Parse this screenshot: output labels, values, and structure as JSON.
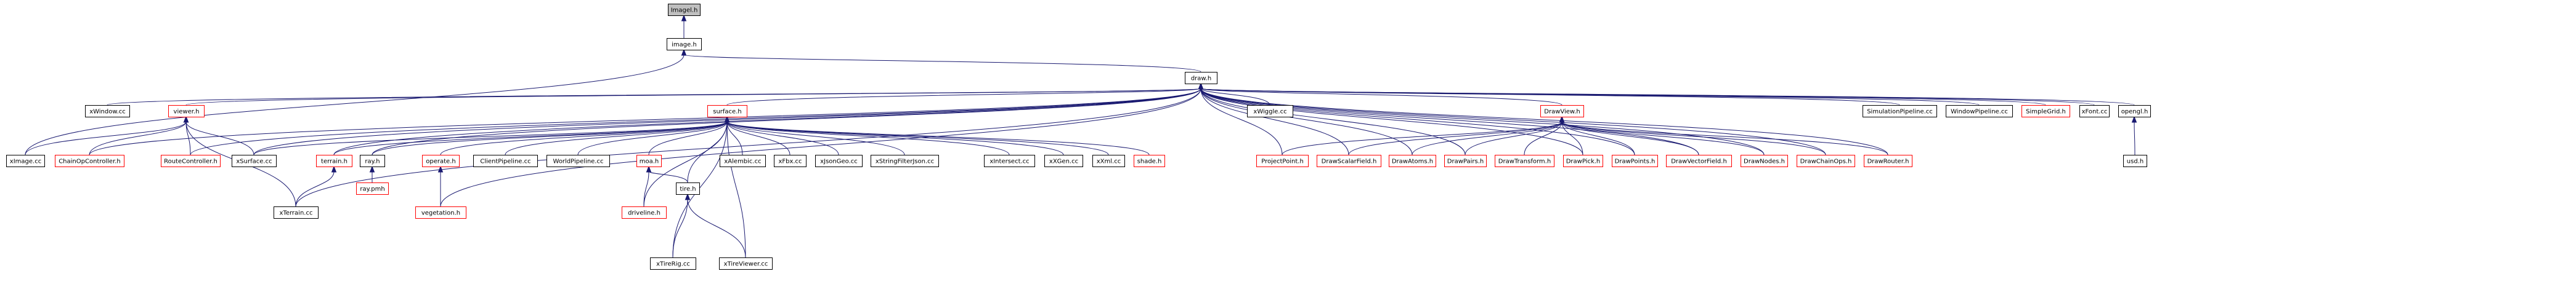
{
  "graph": {
    "colors": {
      "edge": "#191970",
      "node_border": "#000000",
      "external_border": "#ff0000",
      "root_fill": "#bfbfbf",
      "background": "#ffffff"
    },
    "nodes": [
      {
        "id": "imagel_h",
        "label": "Imagel.h",
        "type": "root"
      },
      {
        "id": "image_h",
        "label": "image.h",
        "type": "normal"
      },
      {
        "id": "draw_h",
        "label": "draw.h",
        "type": "normal"
      },
      {
        "id": "ximage_cc",
        "label": "xImage.cc",
        "type": "normal"
      },
      {
        "id": "xwindow_cc",
        "label": "xWindow.cc",
        "type": "normal"
      },
      {
        "id": "viewer_h",
        "label": "viewer.h",
        "type": "external"
      },
      {
        "id": "chainop_h",
        "label": "ChainOpController.h",
        "type": "external"
      },
      {
        "id": "routectrl_h",
        "label": "RouteController.h",
        "type": "external"
      },
      {
        "id": "xsurface_cc",
        "label": "xSurface.cc",
        "type": "normal"
      },
      {
        "id": "terrain_h",
        "label": "terrain.h",
        "type": "external"
      },
      {
        "id": "xterrain_cc",
        "label": "xTerrain.cc",
        "type": "normal"
      },
      {
        "id": "ray_h",
        "label": "ray.h",
        "type": "normal"
      },
      {
        "id": "ray_pmh",
        "label": "ray.pmh",
        "type": "external"
      },
      {
        "id": "surface_h",
        "label": "surface.h",
        "type": "external"
      },
      {
        "id": "operate_h",
        "label": "operate.h",
        "type": "external"
      },
      {
        "id": "vegetation_h",
        "label": "vegetation.h",
        "type": "external"
      },
      {
        "id": "clientpipe_cc",
        "label": "ClientPipeline.cc",
        "type": "normal"
      },
      {
        "id": "worldpipe_cc",
        "label": "WorldPipeline.cc",
        "type": "normal"
      },
      {
        "id": "moa_h",
        "label": "moa.h",
        "type": "external"
      },
      {
        "id": "driveline_h",
        "label": "driveline.h",
        "type": "external"
      },
      {
        "id": "tire_h",
        "label": "tire.h",
        "type": "normal"
      },
      {
        "id": "xtirerig_cc",
        "label": "xTireRig.cc",
        "type": "normal"
      },
      {
        "id": "xtireviewer_cc",
        "label": "xTireViewer.cc",
        "type": "normal"
      },
      {
        "id": "xalembic_cc",
        "label": "xAlembic.cc",
        "type": "normal"
      },
      {
        "id": "xfbx_cc",
        "label": "xFbx.cc",
        "type": "normal"
      },
      {
        "id": "xjsongeo_cc",
        "label": "xJsonGeo.cc",
        "type": "normal"
      },
      {
        "id": "xstrfilter_cc",
        "label": "xStringFilterJson.cc",
        "type": "normal"
      },
      {
        "id": "xintersect_cc",
        "label": "xIntersect.cc",
        "type": "normal"
      },
      {
        "id": "xxgen_cc",
        "label": "xXGen.cc",
        "type": "normal"
      },
      {
        "id": "xxml_cc",
        "label": "xXml.cc",
        "type": "normal"
      },
      {
        "id": "shade_h",
        "label": "shade.h",
        "type": "external"
      },
      {
        "id": "xwiggle_cc",
        "label": "xWiggle.cc",
        "type": "normal"
      },
      {
        "id": "drawview_h",
        "label": "DrawView.h",
        "type": "external"
      },
      {
        "id": "projpoint_h",
        "label": "ProjectPoint.h",
        "type": "external"
      },
      {
        "id": "drawscalar_h",
        "label": "DrawScalarField.h",
        "type": "external"
      },
      {
        "id": "drawatoms_h",
        "label": "DrawAtoms.h",
        "type": "external"
      },
      {
        "id": "drawpairs_h",
        "label": "DrawPairs.h",
        "type": "external"
      },
      {
        "id": "drawxform_h",
        "label": "DrawTransform.h",
        "type": "external"
      },
      {
        "id": "drawpick_h",
        "label": "DrawPick.h",
        "type": "external"
      },
      {
        "id": "drawpoints_h",
        "label": "DrawPoints.h",
        "type": "external"
      },
      {
        "id": "drawvector_h",
        "label": "DrawVectorField.h",
        "type": "external"
      },
      {
        "id": "drawnodes_h",
        "label": "DrawNodes.h",
        "type": "external"
      },
      {
        "id": "drawchain_h",
        "label": "DrawChainOps.h",
        "type": "external"
      },
      {
        "id": "drawrouter_h",
        "label": "DrawRouter.h",
        "type": "external"
      },
      {
        "id": "simpipe_cc",
        "label": "SimulationPipeline.cc",
        "type": "normal"
      },
      {
        "id": "winpipe_cc",
        "label": "WindowPipeline.cc",
        "type": "normal"
      },
      {
        "id": "simplegrid_h",
        "label": "SimpleGrid.h",
        "type": "external"
      },
      {
        "id": "xfont_cc",
        "label": "xFont.cc",
        "type": "normal"
      },
      {
        "id": "opengl_h",
        "label": "opengl.h",
        "type": "normal"
      },
      {
        "id": "usd_h",
        "label": "usd.h",
        "type": "normal"
      }
    ],
    "edges": [
      [
        "image_h",
        "imagel_h"
      ],
      [
        "draw_h",
        "image_h"
      ],
      [
        "ximage_cc",
        "image_h"
      ],
      [
        "xwindow_cc",
        "draw_h"
      ],
      [
        "viewer_h",
        "draw_h"
      ],
      [
        "chainop_h",
        "draw_h"
      ],
      [
        "routectrl_h",
        "draw_h"
      ],
      [
        "xsurface_cc",
        "draw_h"
      ],
      [
        "terrain_h",
        "draw_h"
      ],
      [
        "xterrain_cc",
        "draw_h"
      ],
      [
        "ray_h",
        "draw_h"
      ],
      [
        "surface_h",
        "draw_h"
      ],
      [
        "vegetation_h",
        "draw_h"
      ],
      [
        "xwiggle_cc",
        "draw_h"
      ],
      [
        "drawview_h",
        "draw_h"
      ],
      [
        "projpoint_h",
        "draw_h"
      ],
      [
        "drawscalar_h",
        "draw_h"
      ],
      [
        "drawatoms_h",
        "draw_h"
      ],
      [
        "drawpairs_h",
        "draw_h"
      ],
      [
        "drawpick_h",
        "draw_h"
      ],
      [
        "drawpoints_h",
        "draw_h"
      ],
      [
        "drawvector_h",
        "draw_h"
      ],
      [
        "drawnodes_h",
        "draw_h"
      ],
      [
        "drawchain_h",
        "draw_h"
      ],
      [
        "drawrouter_h",
        "draw_h"
      ],
      [
        "simpipe_cc",
        "draw_h"
      ],
      [
        "winpipe_cc",
        "draw_h"
      ],
      [
        "simplegrid_h",
        "draw_h"
      ],
      [
        "xfont_cc",
        "draw_h"
      ],
      [
        "opengl_h",
        "draw_h"
      ],
      [
        "ximage_cc",
        "viewer_h"
      ],
      [
        "chainop_h",
        "viewer_h"
      ],
      [
        "routectrl_h",
        "viewer_h"
      ],
      [
        "xsurface_cc",
        "viewer_h"
      ],
      [
        "xterrain_cc",
        "viewer_h"
      ],
      [
        "xterrain_cc",
        "terrain_h"
      ],
      [
        "ray_pmh",
        "ray_h"
      ],
      [
        "xsurface_cc",
        "surface_h"
      ],
      [
        "terrain_h",
        "surface_h"
      ],
      [
        "ray_h",
        "surface_h"
      ],
      [
        "operate_h",
        "surface_h"
      ],
      [
        "clientpipe_cc",
        "surface_h"
      ],
      [
        "worldpipe_cc",
        "surface_h"
      ],
      [
        "moa_h",
        "surface_h"
      ],
      [
        "driveline_h",
        "surface_h"
      ],
      [
        "tire_h",
        "surface_h"
      ],
      [
        "xtirerig_cc",
        "surface_h"
      ],
      [
        "xtireviewer_cc",
        "surface_h"
      ],
      [
        "xalembic_cc",
        "surface_h"
      ],
      [
        "xfbx_cc",
        "surface_h"
      ],
      [
        "xjsongeo_cc",
        "surface_h"
      ],
      [
        "xstrfilter_cc",
        "surface_h"
      ],
      [
        "xintersect_cc",
        "surface_h"
      ],
      [
        "xxgen_cc",
        "surface_h"
      ],
      [
        "xxml_cc",
        "surface_h"
      ],
      [
        "shade_h",
        "surface_h"
      ],
      [
        "vegetation_h",
        "operate_h"
      ],
      [
        "driveline_h",
        "moa_h"
      ],
      [
        "tire_h",
        "moa_h"
      ],
      [
        "xtirerig_cc",
        "tire_h"
      ],
      [
        "xtireviewer_cc",
        "tire_h"
      ],
      [
        "projpoint_h",
        "drawview_h"
      ],
      [
        "drawscalar_h",
        "drawview_h"
      ],
      [
        "drawatoms_h",
        "drawview_h"
      ],
      [
        "drawpairs_h",
        "drawview_h"
      ],
      [
        "drawxform_h",
        "drawview_h"
      ],
      [
        "drawpick_h",
        "drawview_h"
      ],
      [
        "drawpoints_h",
        "drawview_h"
      ],
      [
        "drawvector_h",
        "drawview_h"
      ],
      [
        "drawnodes_h",
        "drawview_h"
      ],
      [
        "drawchain_h",
        "drawview_h"
      ],
      [
        "drawrouter_h",
        "drawview_h"
      ],
      [
        "usd_h",
        "opengl_h"
      ]
    ]
  }
}
